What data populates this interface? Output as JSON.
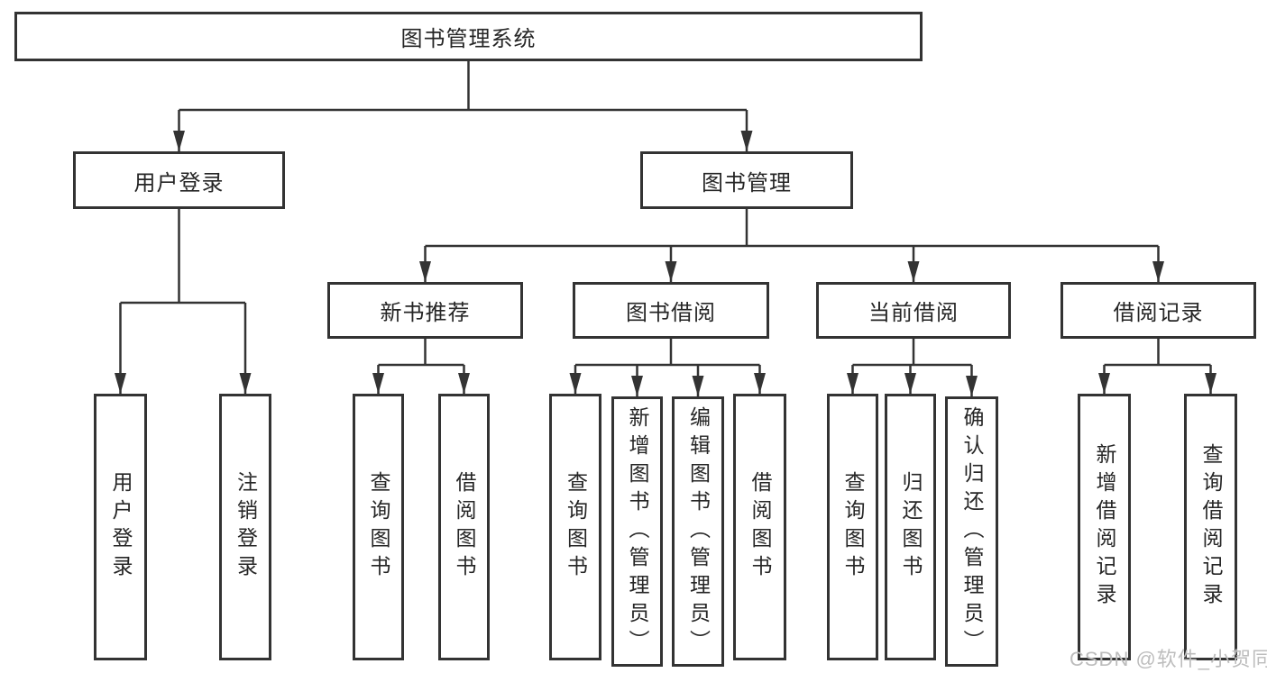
{
  "diagram": {
    "tree": {
      "label": "图书管理系统",
      "children": [
        {
          "label": "用户登录",
          "children": [
            {
              "label": "用户登录"
            },
            {
              "label": "注销登录"
            }
          ]
        },
        {
          "label": "图书管理",
          "children": [
            {
              "label": "新书推荐",
              "children": [
                {
                  "label": "查询图书"
                },
                {
                  "label": "借阅图书"
                }
              ]
            },
            {
              "label": "图书借阅",
              "children": [
                {
                  "label": "查询图书"
                },
                {
                  "label": "新增图书（管理员）"
                },
                {
                  "label": "编辑图书（管理员）"
                },
                {
                  "label": "借阅图书"
                }
              ]
            },
            {
              "label": "当前借阅",
              "children": [
                {
                  "label": "查询图书"
                },
                {
                  "label": "归还图书"
                },
                {
                  "label": "确认归还（管理员）"
                }
              ]
            },
            {
              "label": "借阅记录",
              "children": [
                {
                  "label": "新增借阅记录"
                },
                {
                  "label": "查询借阅记录"
                }
              ]
            }
          ]
        }
      ]
    }
  },
  "watermark": "CSDN @软件_小贺同学",
  "colors": {
    "line": "#333333",
    "text": "#262626",
    "watermark": "#bdbdbd"
  }
}
